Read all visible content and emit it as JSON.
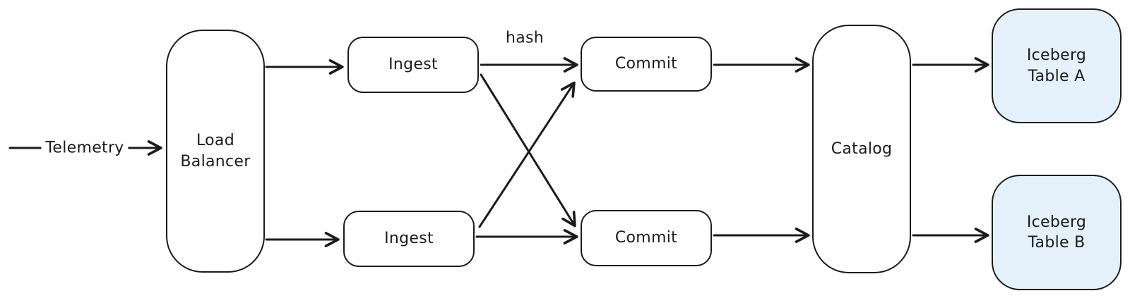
{
  "diagram": {
    "background_color": "#ffffff",
    "stroke_color": "#1b1b1b",
    "table_fill_color": "#e4f1fb",
    "nodes": {
      "load_balancer": {
        "label": "Load\nBalancer",
        "shape": "tall-rounded-rect",
        "fill": "#ffffff"
      },
      "ingest_top": {
        "label": "Ingest",
        "shape": "rounded-rect",
        "fill": "#ffffff"
      },
      "ingest_bottom": {
        "label": "Ingest",
        "shape": "rounded-rect",
        "fill": "#ffffff"
      },
      "commit_top": {
        "label": "Commit",
        "shape": "rounded-rect",
        "fill": "#ffffff"
      },
      "commit_bottom": {
        "label": "Commit",
        "shape": "rounded-rect",
        "fill": "#ffffff"
      },
      "catalog": {
        "label": "Catalog",
        "shape": "tall-rounded-rect",
        "fill": "#ffffff"
      },
      "iceberg_a": {
        "label": "Iceberg\nTable A",
        "shape": "rounded-square",
        "fill": "#e4f1fb"
      },
      "iceberg_b": {
        "label": "Iceberg\nTable B",
        "shape": "rounded-square",
        "fill": "#e4f1fb"
      }
    },
    "edge_labels": {
      "telemetry": "Telemetry",
      "hash": "hash"
    },
    "edges": [
      {
        "from": "telemetry-source",
        "to": "load_balancer",
        "label": "Telemetry"
      },
      {
        "from": "load_balancer",
        "to": "ingest_top",
        "label": ""
      },
      {
        "from": "load_balancer",
        "to": "ingest_bottom",
        "label": ""
      },
      {
        "from": "ingest_top",
        "to": "commit_top",
        "label": "hash"
      },
      {
        "from": "ingest_top",
        "to": "commit_bottom",
        "label": ""
      },
      {
        "from": "ingest_bottom",
        "to": "commit_top",
        "label": ""
      },
      {
        "from": "ingest_bottom",
        "to": "commit_bottom",
        "label": ""
      },
      {
        "from": "commit_top",
        "to": "catalog",
        "label": ""
      },
      {
        "from": "commit_bottom",
        "to": "catalog",
        "label": ""
      },
      {
        "from": "catalog",
        "to": "iceberg_a",
        "label": ""
      },
      {
        "from": "catalog",
        "to": "iceberg_b",
        "label": ""
      }
    ]
  }
}
